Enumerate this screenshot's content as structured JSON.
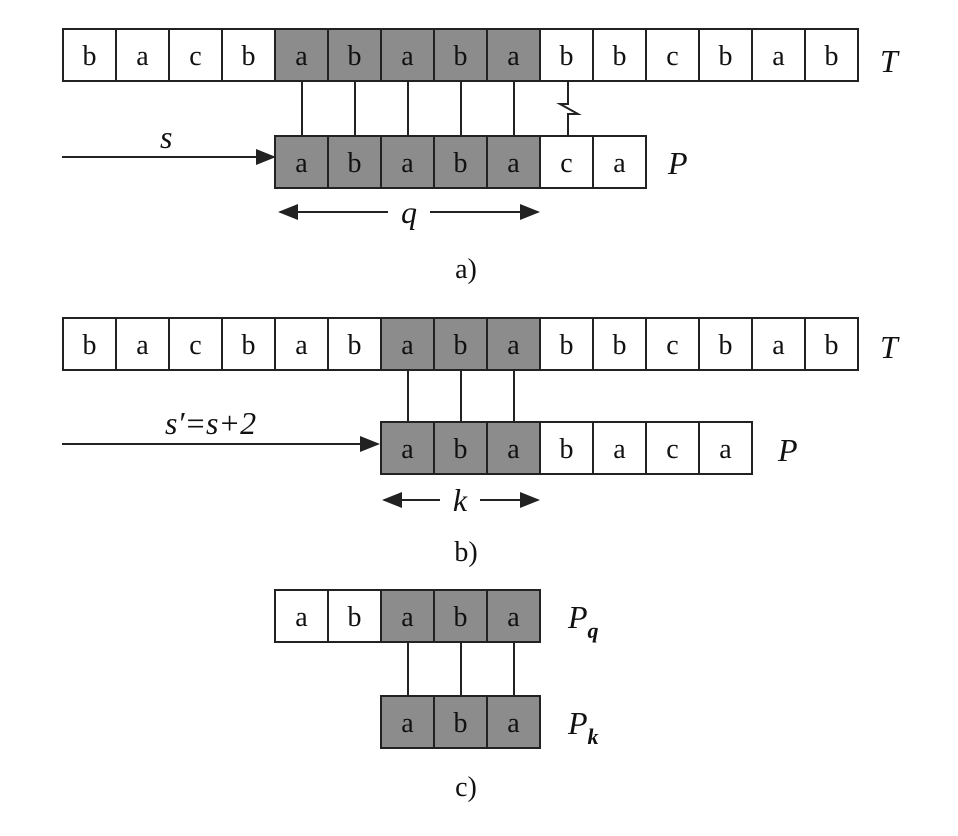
{
  "colors": {
    "shaded": "#8c8c8c",
    "plain": "#ffffff",
    "stroke": "#222222"
  },
  "panel_a": {
    "caption": "a)",
    "text": [
      "b",
      "a",
      "c",
      "b",
      "a",
      "b",
      "a",
      "b",
      "a",
      "b",
      "b",
      "c",
      "b",
      "a",
      "b"
    ],
    "text_label": "T",
    "pattern": [
      "a",
      "b",
      "a",
      "b",
      "a",
      "c",
      "a"
    ],
    "pattern_label": "P",
    "shift_label": "s",
    "span_label": "q"
  },
  "panel_b": {
    "caption": "b)",
    "text": [
      "b",
      "a",
      "c",
      "b",
      "a",
      "b",
      "a",
      "b",
      "a",
      "b",
      "b",
      "c",
      "b",
      "a",
      "b"
    ],
    "text_label": "T",
    "pattern": [
      "a",
      "b",
      "a",
      "b",
      "a",
      "c",
      "a"
    ],
    "pattern_label": "P",
    "shift_label": "s′=s+2",
    "span_label": "k"
  },
  "panel_c": {
    "caption": "c)",
    "pq": [
      "a",
      "b",
      "a",
      "b",
      "a"
    ],
    "pq_label": "P",
    "pq_sub": "q",
    "pk": [
      "a",
      "b",
      "a"
    ],
    "pk_label": "P",
    "pk_sub": "k"
  }
}
